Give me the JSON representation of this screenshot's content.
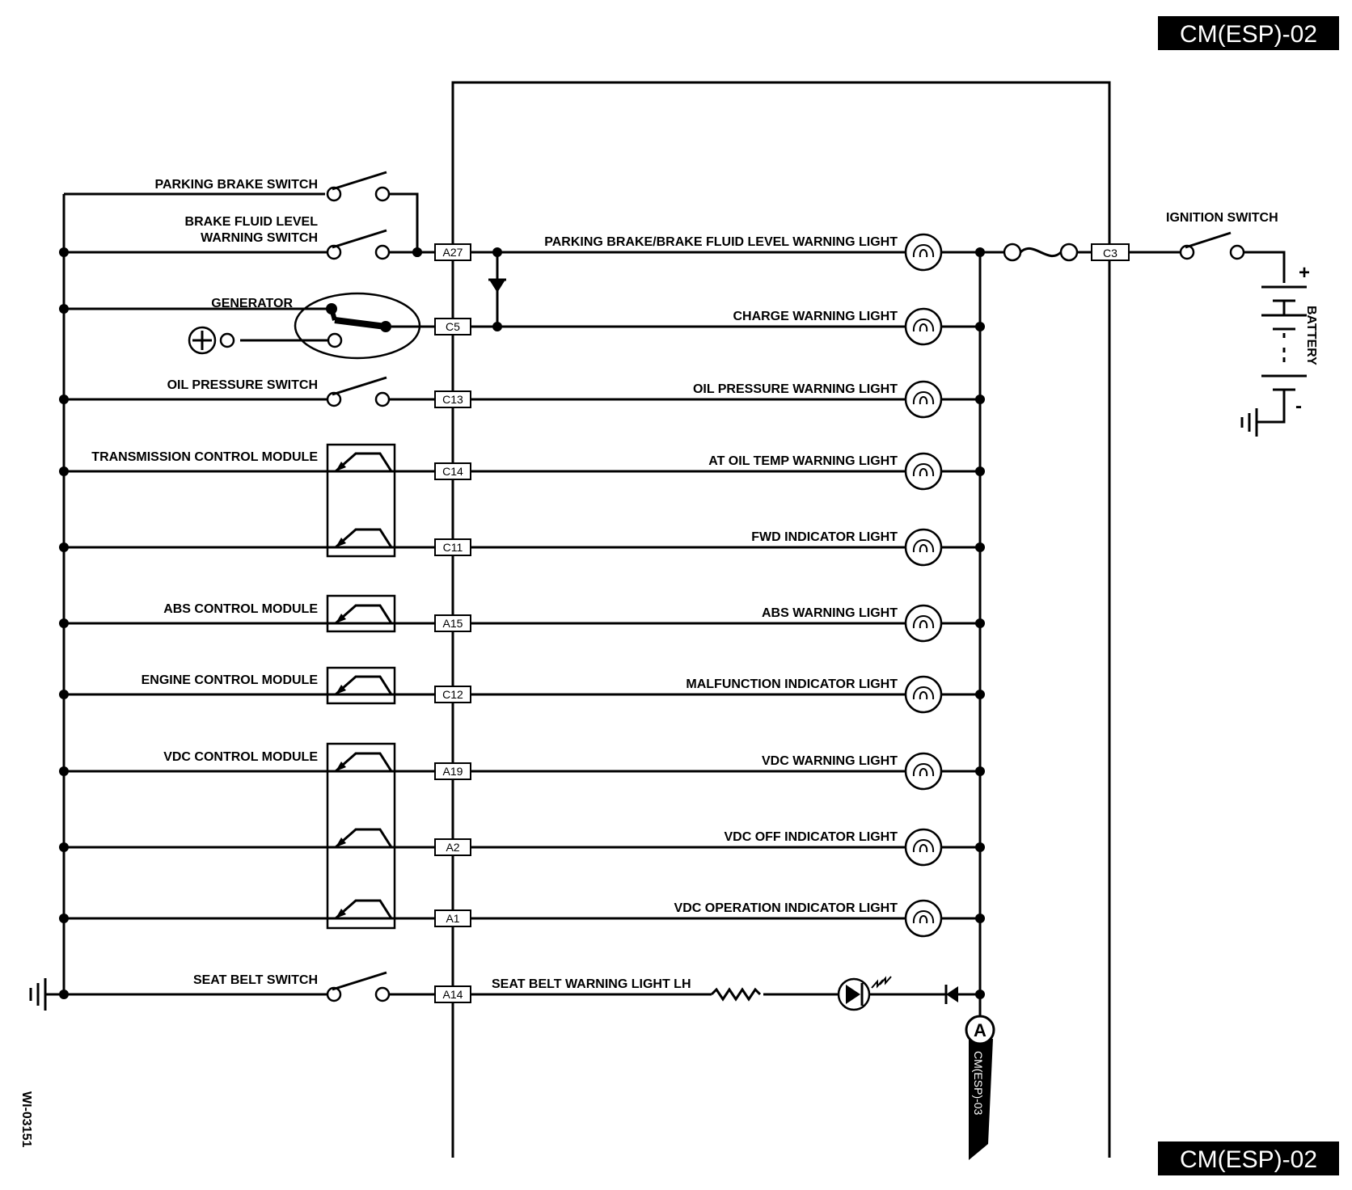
{
  "page_tags": {
    "top": "CM(ESP)-02",
    "bottom": "CM(ESP)-02"
  },
  "figure_id": "WI-03151",
  "ignition_switch": "IGNITION SWITCH",
  "battery": {
    "label": "BATTERY",
    "plus": "+",
    "minus": "-"
  },
  "fuse_terminal": "C3",
  "connector_ref": {
    "letter": "A",
    "target": "CM(ESP)-03"
  },
  "rows": [
    {
      "left": "PARKING BRAKE SWITCH",
      "term": "",
      "right": ""
    },
    {
      "left": "BRAKE FLUID LEVEL\nWARNING SWITCH",
      "term": "A27",
      "right": "PARKING BRAKE/BRAKE FLUID LEVEL WARNING LIGHT"
    },
    {
      "left": "GENERATOR",
      "term": "C5",
      "right": "CHARGE WARNING LIGHT"
    },
    {
      "left": "OIL PRESSURE SWITCH",
      "term": "C13",
      "right": "OIL PRESSURE WARNING LIGHT"
    },
    {
      "left": "TRANSMISSION CONTROL MODULE",
      "term": "C14",
      "right": "AT OIL TEMP WARNING LIGHT"
    },
    {
      "left": "",
      "term": "C11",
      "right": "FWD INDICATOR LIGHT"
    },
    {
      "left": "ABS CONTROL MODULE",
      "term": "A15",
      "right": "ABS WARNING LIGHT"
    },
    {
      "left": "ENGINE CONTROL MODULE",
      "term": "C12",
      "right": "MALFUNCTION INDICATOR LIGHT"
    },
    {
      "left": "VDC CONTROL MODULE",
      "term": "A19",
      "right": "VDC WARNING LIGHT"
    },
    {
      "left": "",
      "term": "A2",
      "right": "VDC OFF INDICATOR LIGHT"
    },
    {
      "left": "",
      "term": "A1",
      "right": "VDC OPERATION INDICATOR LIGHT"
    },
    {
      "left": "SEAT BELT SWITCH",
      "term": "A14",
      "right": "SEAT BELT WARNING LIGHT LH"
    }
  ]
}
